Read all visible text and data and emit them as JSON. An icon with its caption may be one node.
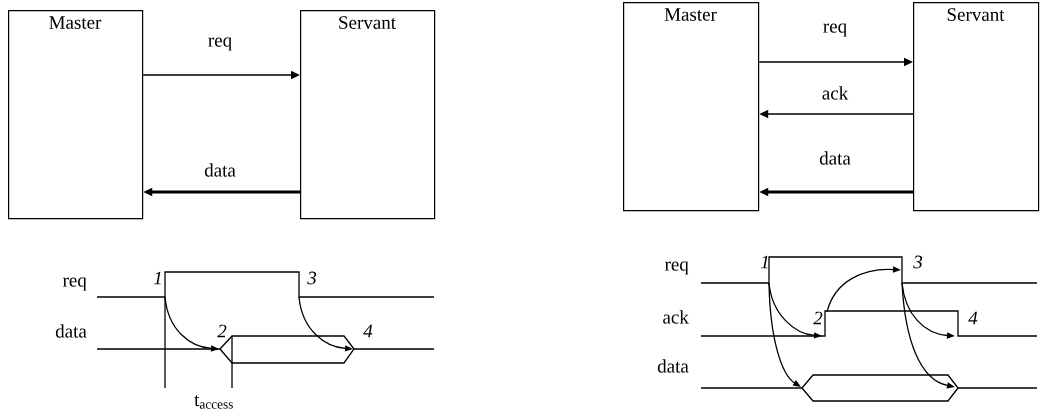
{
  "diagram": {
    "nodes": [
      {
        "text": [
          "Master"
        ]
      },
      {
        "text": [
          "Servant"
        ]
      },
      {
        "text": [
          "Master"
        ]
      },
      {
        "text": [
          "Servant"
        ]
      }
    ],
    "edges": [
      {
        "from": 0,
        "to": 1,
        "arrow": "to",
        "label": "req"
      },
      {
        "from": 1,
        "to": 0,
        "arrow": "to",
        "label": "data",
        "style": "thick"
      },
      {
        "from": 2,
        "to": 3,
        "arrow": "to",
        "label": "req"
      },
      {
        "from": 3,
        "to": 2,
        "arrow": "to",
        "label": "ack"
      },
      {
        "from": 3,
        "to": 2,
        "arrow": "to",
        "label": "data",
        "style": "thick"
      }
    ],
    "labels": [
      "req",
      "1",
      "3",
      "data",
      "2",
      "4",
      "t$_{access}$",
      "req",
      "1",
      "3",
      "ack",
      "2",
      "4",
      "data"
    ]
  }
}
